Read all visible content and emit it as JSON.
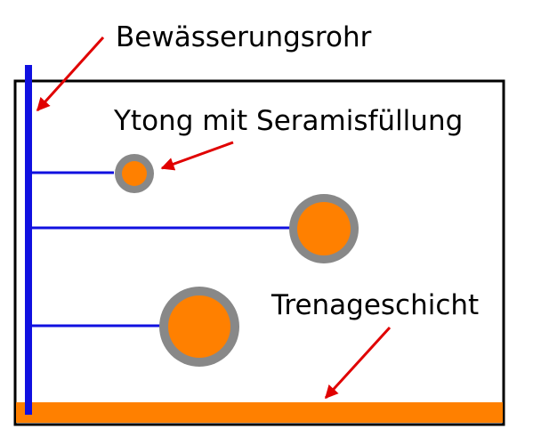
{
  "labels": {
    "pipe": "Bewässerungsrohr",
    "filling": "Ytong mit Seramisfüllung",
    "drainage": "Trenageschicht"
  },
  "colors": {
    "pipe": "#1010e0",
    "pot_ring": "#888888",
    "fill": "#ff8000",
    "drainage": "#ff8000",
    "arrow": "#e00000",
    "frame": "#000000"
  }
}
